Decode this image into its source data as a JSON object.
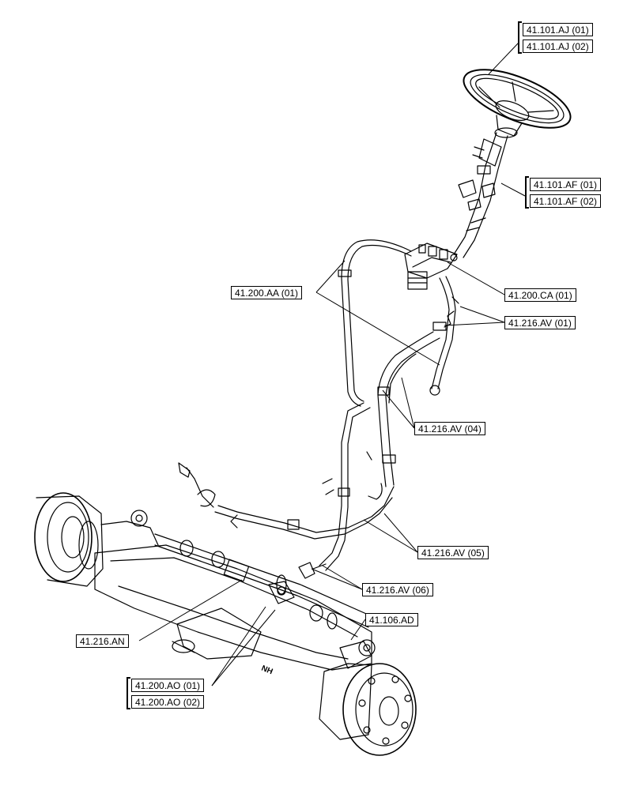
{
  "diagram": {
    "callouts": [
      "41.101.AJ (01)",
      "41.101.AJ (02)",
      "41.101.AF (01)",
      "41.101.AF (02)",
      "41.200.CA (01)",
      "41.216.AV (01)",
      "41.200.AA (01)",
      "41.216.AV (04)",
      "41.216.AV (05)",
      "41.216.AV (06)",
      "41.106.AD",
      "41.216.AN",
      "41.200.AO (01)",
      "41.200.AO (02)"
    ],
    "axle_brand_mark": "NH"
  },
  "colors": {
    "line": "#000000",
    "background": "#ffffff"
  }
}
